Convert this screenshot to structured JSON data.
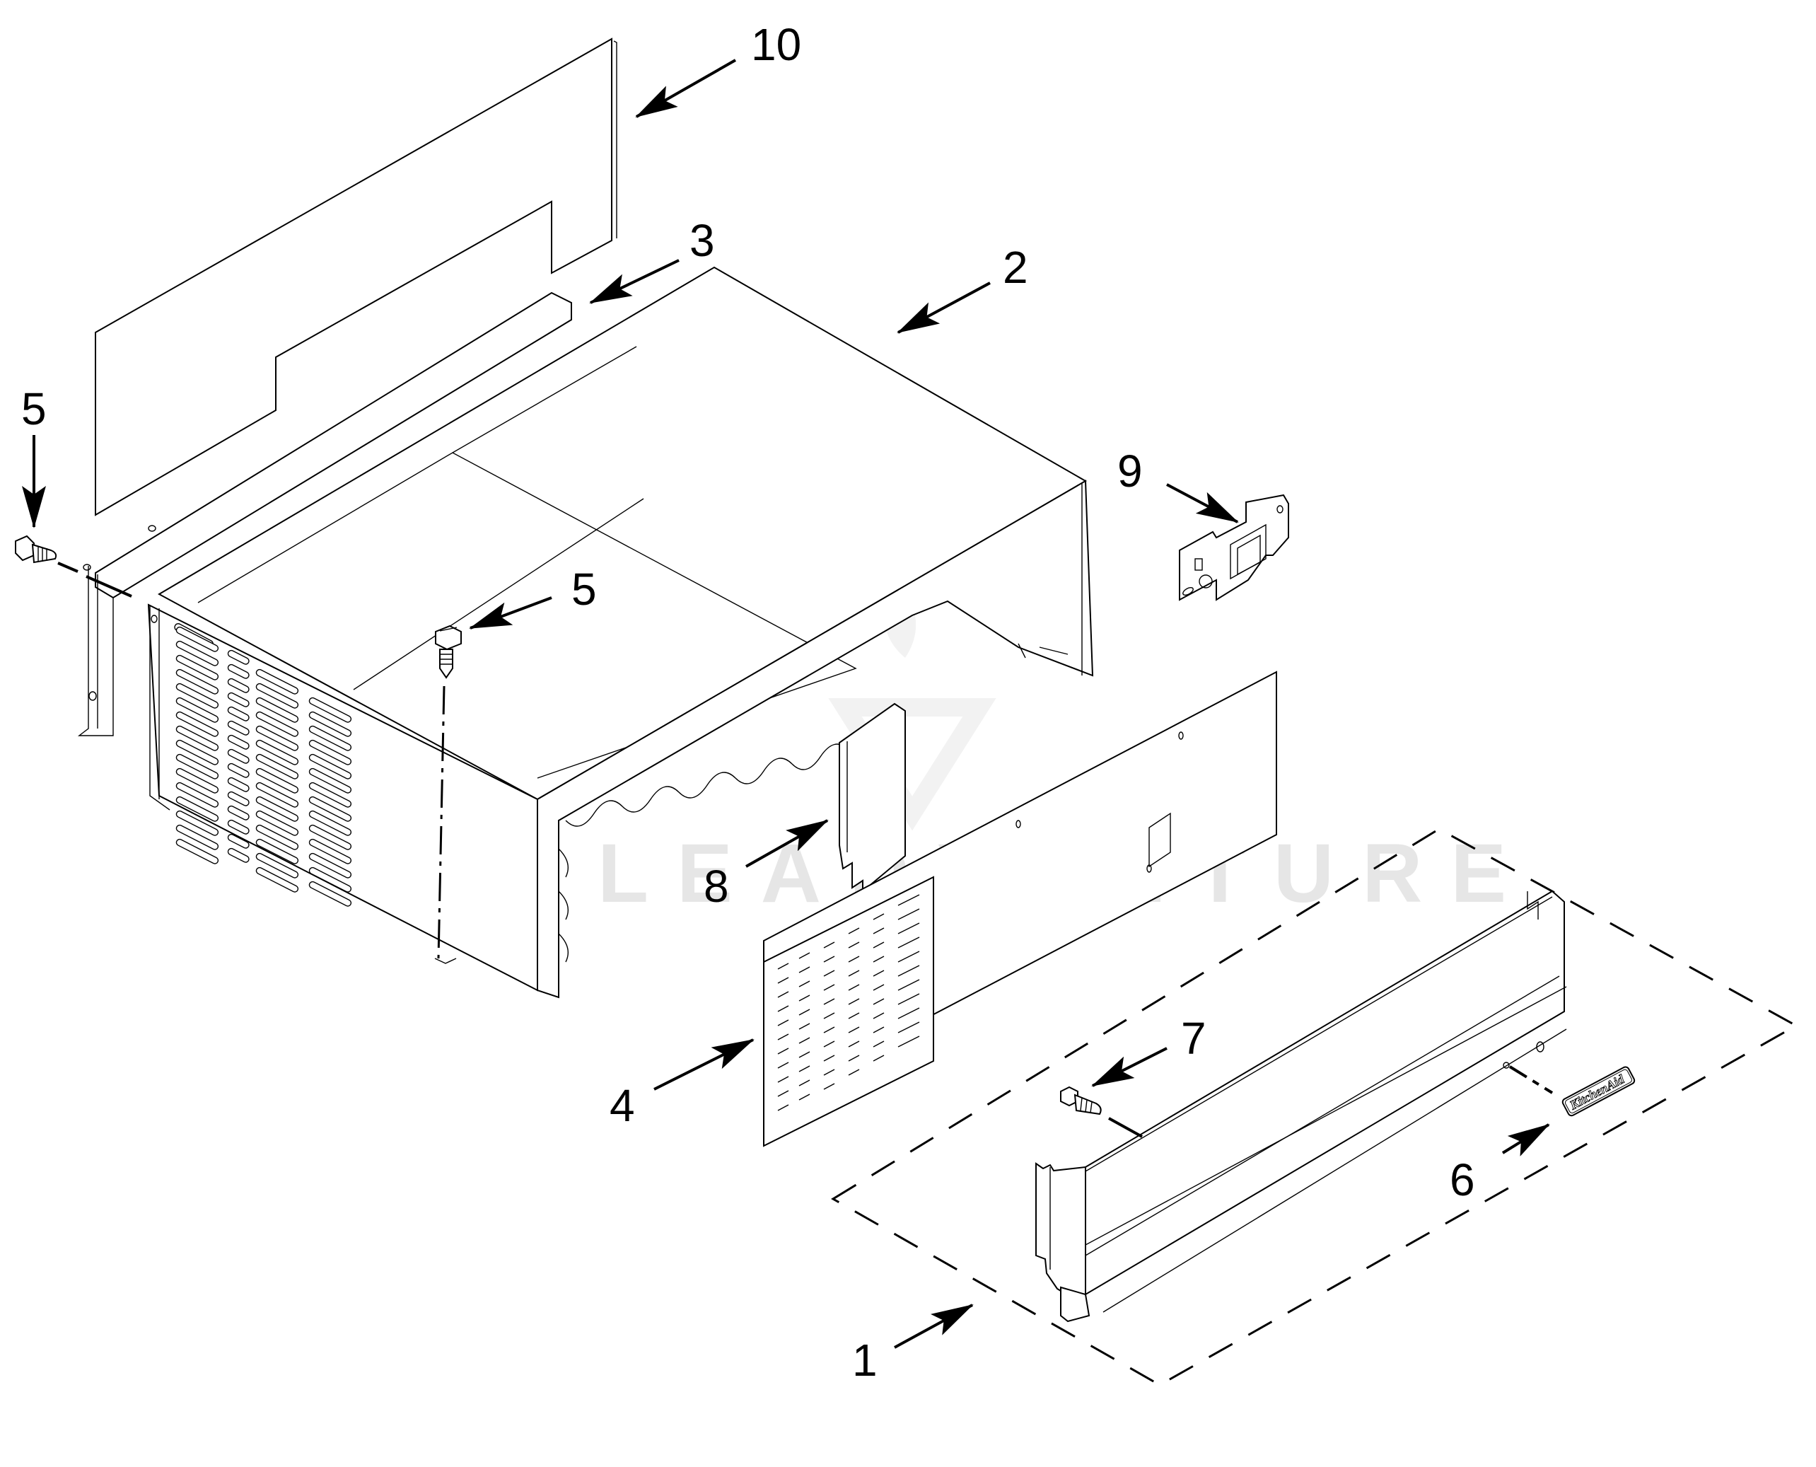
{
  "diagram": {
    "type": "exploded-parts-diagram",
    "watermark": "LEADVENTURE",
    "nameplate_text": "KitchenAid",
    "colors": {
      "line": "#000000",
      "background": "#ffffff",
      "watermark": "#e6e6e6"
    },
    "callouts": [
      {
        "id": "1",
        "label": "1",
        "part": "front panel assembly (dashed group)"
      },
      {
        "id": "2",
        "label": "2",
        "part": "cabinet shroud / top cover"
      },
      {
        "id": "3",
        "label": "3",
        "part": "rear mounting rail"
      },
      {
        "id": "4",
        "label": "4",
        "part": "louvered grille"
      },
      {
        "id": "5a",
        "label": "5",
        "part": "screw (left)"
      },
      {
        "id": "5b",
        "label": "5",
        "part": "screw (center)"
      },
      {
        "id": "6",
        "label": "6",
        "part": "nameplate"
      },
      {
        "id": "7",
        "label": "7",
        "part": "screw (front panel)"
      },
      {
        "id": "8",
        "label": "8",
        "part": "small bracket plate"
      },
      {
        "id": "9",
        "label": "9",
        "part": "rear insulation panel"
      },
      {
        "id": "10",
        "label": "10",
        "part": "latch / strike bracket"
      }
    ]
  }
}
